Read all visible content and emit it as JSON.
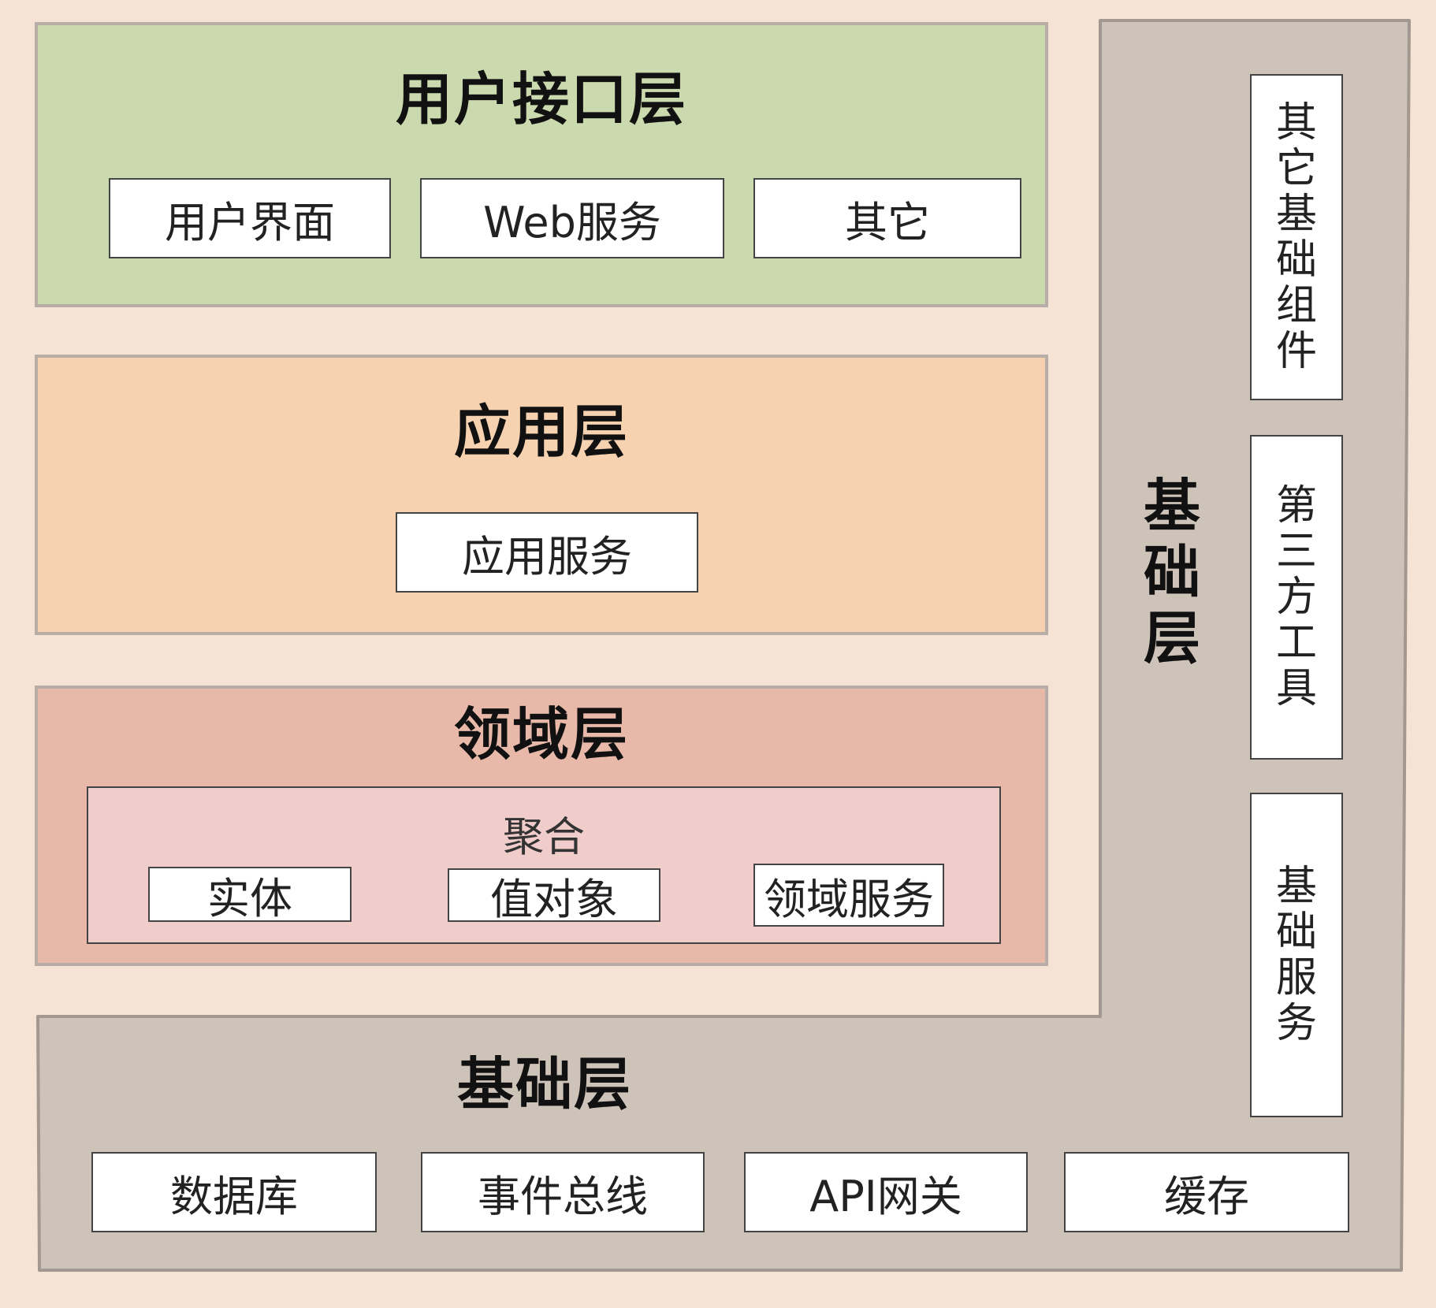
{
  "layers": {
    "user_interface": {
      "title": "用户接口层",
      "items": [
        "用户界面",
        "Web服务",
        "其它"
      ]
    },
    "application": {
      "title": "应用层",
      "items": [
        "应用服务"
      ]
    },
    "domain": {
      "title": "领域层",
      "aggregate": {
        "label": "聚合",
        "items": [
          "实体",
          "值对象",
          "领域服务"
        ]
      }
    },
    "infrastructure": {
      "title": "基础层",
      "vertical_title": "基础层",
      "bottom_items": [
        "数据库",
        "事件总线",
        "API网关",
        "缓存"
      ],
      "side_items": [
        "其它基础组件",
        "第三方工具",
        "基础服务"
      ]
    }
  },
  "colors": {
    "page_background": "#f5e4d6",
    "user_interface_layer": "#cbd9ae",
    "application_layer": "#f7d2b0",
    "domain_layer": "#e8b9a9",
    "aggregate": "#f0cdca",
    "infrastructure_layer": "#cec3b9",
    "layer_border": "#b9aea7",
    "box_fill": "#ffffff"
  }
}
